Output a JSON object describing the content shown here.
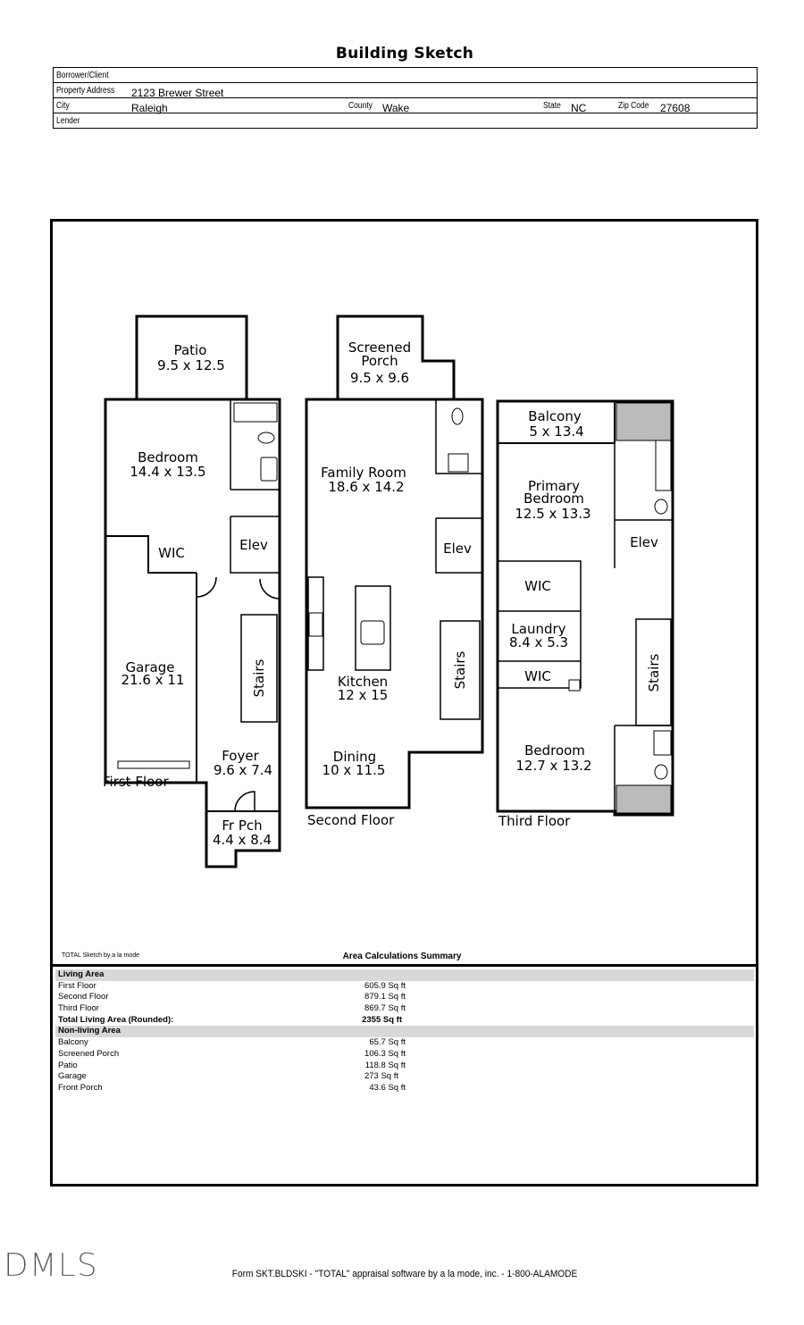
{
  "header": {
    "title": "Building Sketch"
  },
  "info": {
    "borrower_label": "Borrower/Client",
    "borrower_value": "",
    "address_label": "Property Address",
    "address_value": "2123 Brewer Street",
    "city_label": "City",
    "city_value": "Raleigh",
    "county_label": "County",
    "county_value": "Wake",
    "state_label": "State",
    "state_value": "NC",
    "zip_label": "Zip Code",
    "zip_value": "27608",
    "lender_label": "Lender",
    "lender_value": ""
  },
  "floors": {
    "first": {
      "label": "First Floor",
      "rooms": [
        {
          "name": "Patio",
          "dims": "9.5 x 12.5"
        },
        {
          "name": "Bedroom",
          "dims": "14.4 x 13.5"
        },
        {
          "name": "WIC",
          "dims": ""
        },
        {
          "name": "Elev",
          "dims": ""
        },
        {
          "name": "Garage",
          "dims": "21.6 x 11"
        },
        {
          "name": "Stairs",
          "dims": ""
        },
        {
          "name": "Foyer",
          "dims": "9.6 x 7.4"
        },
        {
          "name": "Fr Pch",
          "dims": "4.4 x 8.4"
        }
      ]
    },
    "second": {
      "label": "Second Floor",
      "rooms": [
        {
          "name": "Screened",
          "dims": "Porch"
        },
        {
          "name": "",
          "dims": "9.5 x 9.6"
        },
        {
          "name": "Family Room",
          "dims": "18.6 x 14.2"
        },
        {
          "name": "Elev",
          "dims": ""
        },
        {
          "name": "Stairs",
          "dims": ""
        },
        {
          "name": "Kitchen",
          "dims": "12 x 15"
        },
        {
          "name": "Dining",
          "dims": "10 x 11.5"
        }
      ]
    },
    "third": {
      "label": "Third Floor",
      "rooms": [
        {
          "name": "Balcony",
          "dims": "5 x 13.4"
        },
        {
          "name": "Primary",
          "dims": "Bedroom"
        },
        {
          "name": "",
          "dims": "12.5 x 13.3"
        },
        {
          "name": "Elev",
          "dims": ""
        },
        {
          "name": "WIC",
          "dims": ""
        },
        {
          "name": "Laundry",
          "dims": "8.4 x 5.3"
        },
        {
          "name": "WIC",
          "dims": ""
        },
        {
          "name": "Stairs",
          "dims": ""
        },
        {
          "name": "Bedroom",
          "dims": "12.7 x 13.2"
        }
      ]
    }
  },
  "summary": {
    "credit": "TOTAL Sketch by a la mode",
    "title": "Area Calculations Summary",
    "living_header": "Living Area",
    "living": [
      {
        "name": "First Floor",
        "area": "605.9 Sq ft"
      },
      {
        "name": "Second Floor",
        "area": "879.1 Sq ft"
      },
      {
        "name": "Third Floor",
        "area": "869.7 Sq ft"
      }
    ],
    "total_label": "Total Living Area (Rounded):",
    "total_value": "2355 Sq ft",
    "nonliving_header": "Non-living Area",
    "nonliving": [
      {
        "name": "Balcony",
        "area": "65.7 Sq ft"
      },
      {
        "name": "Screened Porch",
        "area": "106.3 Sq ft"
      },
      {
        "name": "Patio",
        "area": "118.8 Sq ft"
      },
      {
        "name": "Garage",
        "area": "273 Sq ft"
      },
      {
        "name": "Front Porch",
        "area": "43.6 Sq ft"
      }
    ]
  },
  "footer": {
    "form_text": "Form SKT.BLDSKI - \"TOTAL\" appraisal software by a la mode, inc. - 1-800-ALAMODE",
    "logo_text": "DMLS"
  }
}
